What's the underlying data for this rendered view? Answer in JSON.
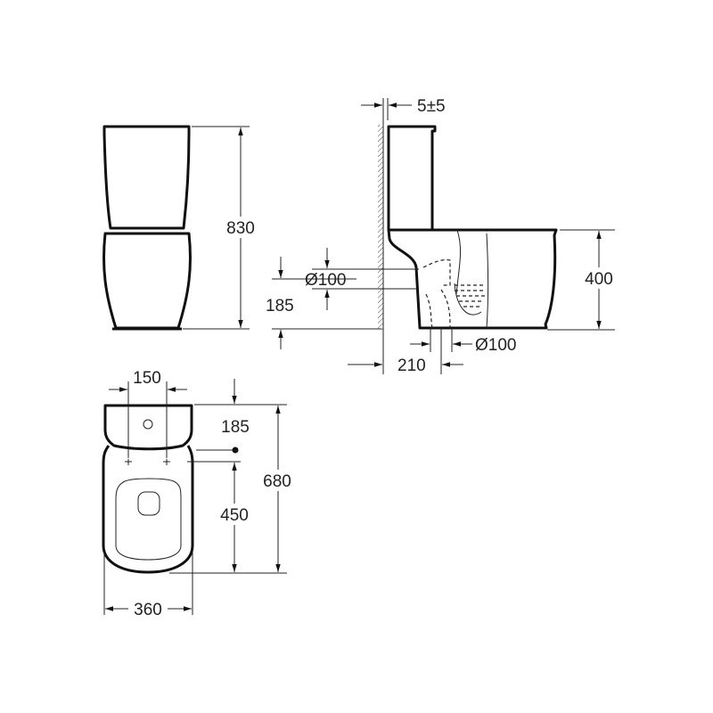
{
  "drawing": {
    "colors": {
      "line": "#111111",
      "background": "#ffffff"
    },
    "front_view": {
      "height_label": "830"
    },
    "side_view": {
      "wall_gap_label": "5±5",
      "inlet_diameter_label": "Ø100",
      "inlet_height_label": "185",
      "seat_height_label": "400",
      "outlet_diameter_label": "Ø100",
      "outlet_offset_label": "210"
    },
    "plan_view": {
      "hinge_spacing_label": "150",
      "hinge_from_back_label": "185",
      "total_depth_label": "680",
      "bowl_depth_label": "450",
      "width_label": "360"
    }
  }
}
